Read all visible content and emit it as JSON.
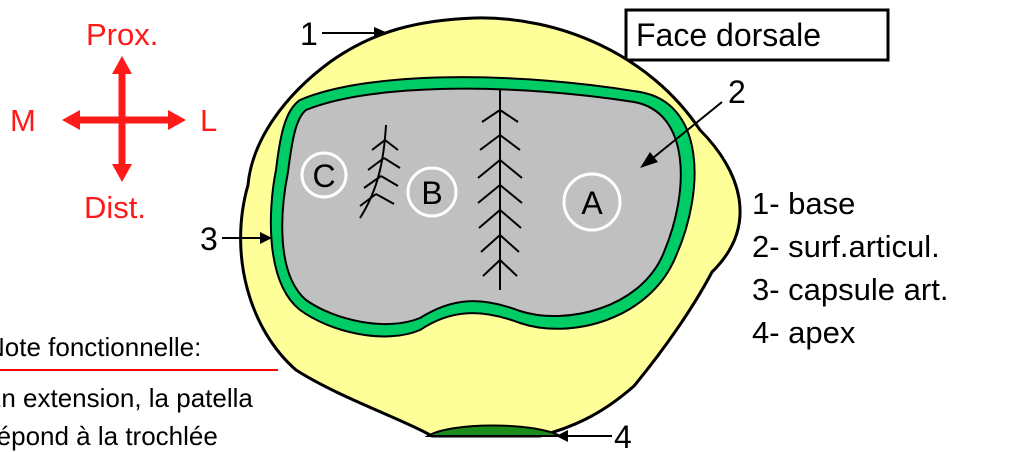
{
  "orientation": {
    "prox": "Prox.",
    "dist": "Dist.",
    "medial": "M",
    "lateral": "L",
    "color": "#ff1a1a"
  },
  "title": "Face dorsale",
  "facets": {
    "a": "A",
    "b": "B",
    "c": "C"
  },
  "callouts": {
    "n1": "1",
    "n2": "2",
    "n3": "3",
    "n4": "4"
  },
  "legend": [
    "1- base",
    "2- surf.articul.",
    "3- capsule art.",
    "4- apex"
  ],
  "note": {
    "heading": "Note fonctionnelle:",
    "line1": "En extension, la patella",
    "line2": "répond  à la trochlée"
  },
  "colors": {
    "bone": "#ffff99",
    "cartilage": "#c0c0c0",
    "capsule": "#00cc66",
    "apex": "#1a8c1a",
    "note_rule": "#ff0000"
  }
}
